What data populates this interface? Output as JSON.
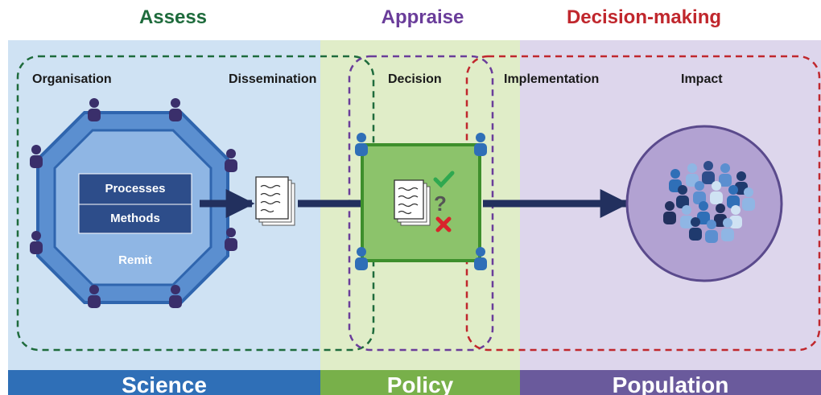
{
  "phases": {
    "assess": "Assess",
    "appraise": "Appraise",
    "decision_making": "Decision-making"
  },
  "stages": {
    "organisation": "Organisation",
    "dissemination": "Dissemination",
    "decision": "Decision",
    "implementation": "Implementation",
    "impact": "Impact"
  },
  "organisation_box": {
    "processes": "Processes",
    "methods": "Methods",
    "remit": "Remit"
  },
  "bands": {
    "science": "Science",
    "policy": "Policy",
    "population": "Population"
  },
  "colors": {
    "assess": "#1e6b3c",
    "appraise": "#6a3d9a",
    "decision_making": "#c0272d",
    "science_panel": "#cfe2f3",
    "policy_panel": "#e0edc8",
    "population_panel": "#ddd6ec",
    "science_band": "#2f6fb7",
    "policy_band": "#78b04a",
    "population_band": "#6a5a9c"
  },
  "icons": [
    "person-icon",
    "document-icon",
    "checkmark-icon",
    "question-mark-icon",
    "cross-icon",
    "crowd-icon",
    "arrow-right-icon"
  ]
}
